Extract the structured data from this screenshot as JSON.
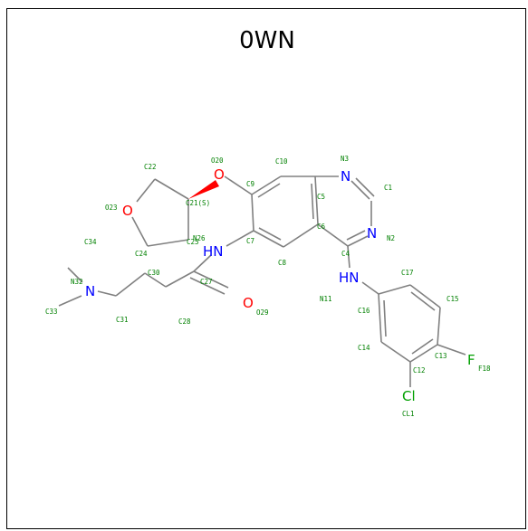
{
  "title": "0WN",
  "colors": {
    "carbon_bond": "#808080",
    "nitrogen": "#0000ff",
    "oxygen": "#ff0000",
    "halogen": "#00a000",
    "atom_label": "#008000"
  },
  "element_symbols": {
    "N3": "N",
    "N2": "N",
    "O20": "O",
    "O23": "O",
    "N26": "HN",
    "N11": "HN",
    "O29": "O",
    "N32": "N",
    "F18": "F",
    "Cl11": "Cl"
  },
  "atom_labels": {
    "C1": "C1",
    "N2": "N2",
    "N3": "N3",
    "C4": "C4",
    "C5": "C5",
    "C6": "C6",
    "C7": "C7",
    "C8": "C8",
    "C9": "C9",
    "C10": "C10",
    "N11": "N11",
    "C12": "C12",
    "C13": "C13",
    "C14": "C14",
    "C15": "C15",
    "C16": "C16",
    "C17": "C17",
    "F18": "F18",
    "CL1": "CL1",
    "O20": "O20",
    "C21": "C21(S)",
    "C22": "C22",
    "O23": "O23",
    "C24": "C24",
    "C25": "C25",
    "N26": "N26",
    "C27": "C27",
    "C28": "C28",
    "O29": "O29",
    "C30": "C30",
    "C31": "C31",
    "N32": "N32",
    "C33": "C33",
    "C34": "C34"
  }
}
